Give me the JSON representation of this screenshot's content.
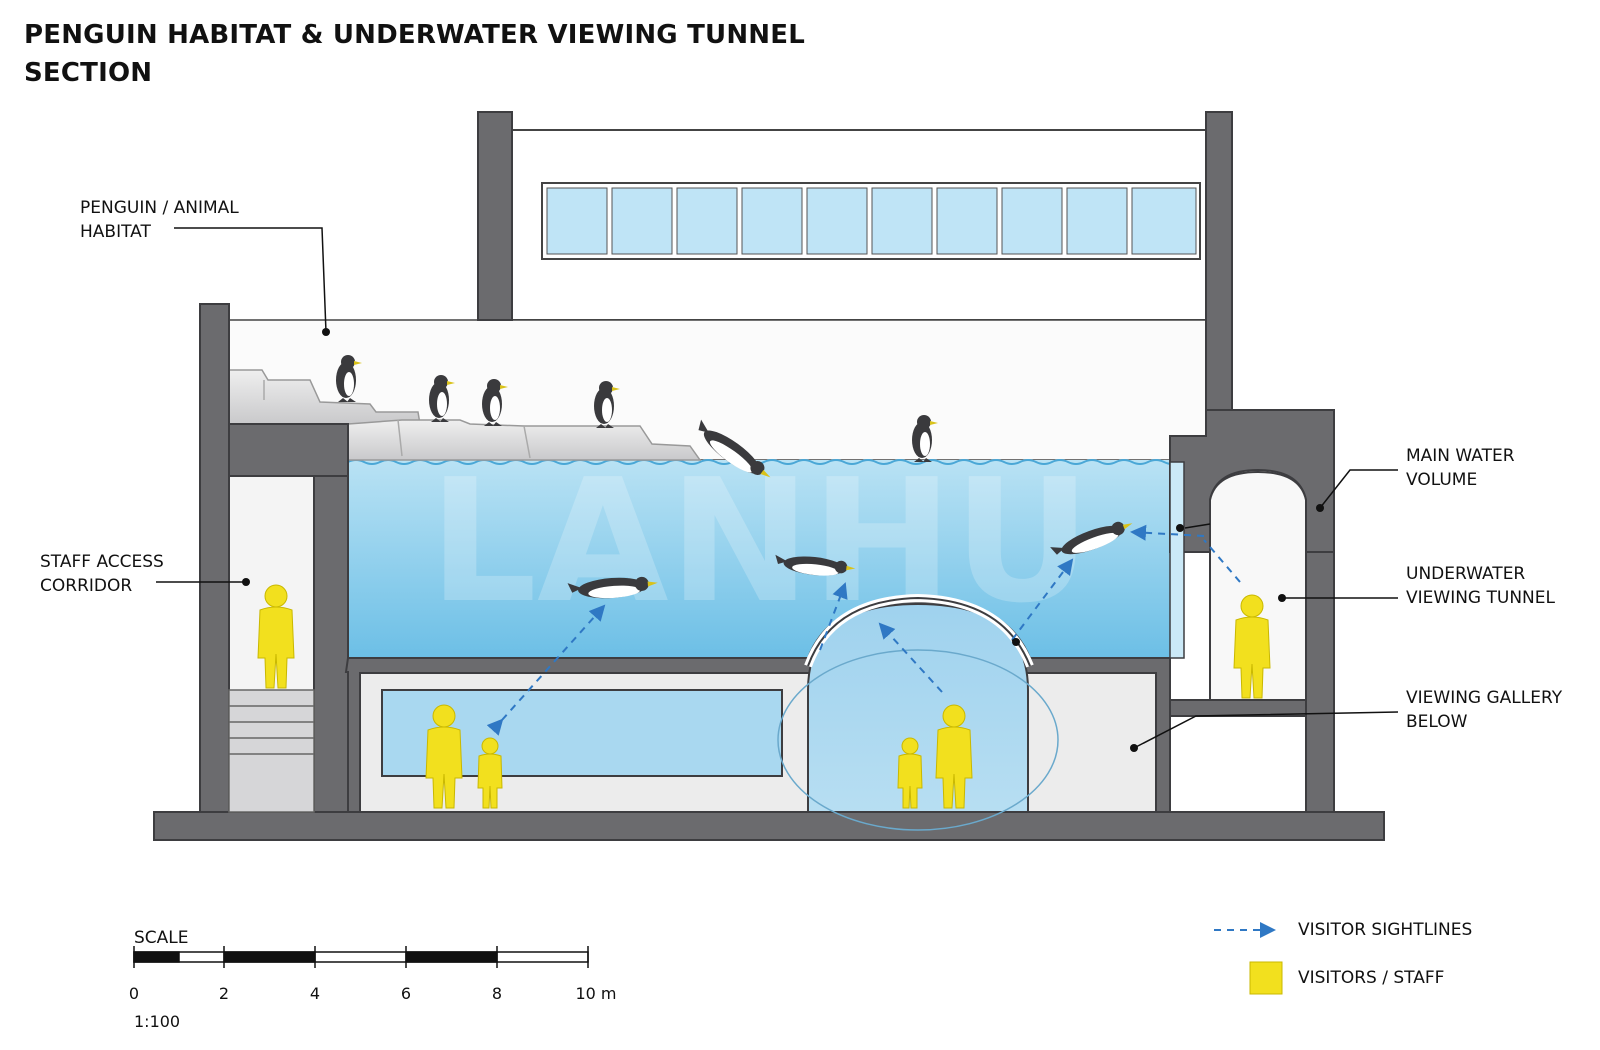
{
  "title": {
    "line1": "PENGUIN HABITAT & UNDERWATER VIEWING TUNNEL",
    "line2": "SECTION"
  },
  "labels": {
    "habitat": [
      "PENGUIN / ANIMAL",
      "HABITAT"
    ],
    "staff": [
      "STAFF ACCESS",
      "CORRIDOR"
    ],
    "water": [
      "MAIN WATER",
      "VOLUME"
    ],
    "tunnel": [
      "UNDERWATER",
      "VIEWING TUNNEL"
    ],
    "gallery": [
      "VIEWING GALLERY",
      "BELOW"
    ]
  },
  "watermark": "LANHU",
  "scale": {
    "title": "SCALE",
    "ticks": [
      "0",
      "2",
      "4",
      "6",
      "8",
      "10 m"
    ],
    "ratio": "1:100"
  },
  "legend": {
    "sightlines": "VISITOR SIGHTLINES",
    "visitors": "VISITORS / STAFF"
  },
  "colors": {
    "wall": "#6b6b6e",
    "water": "#9fd3ec",
    "visitor": "#f2e01e",
    "sightline": "#2f78c4"
  }
}
